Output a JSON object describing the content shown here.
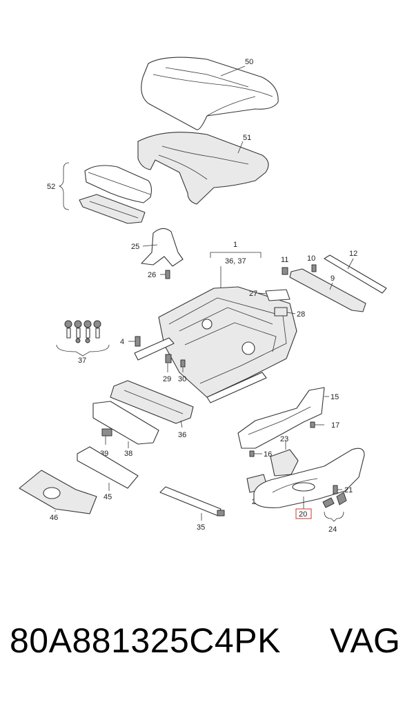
{
  "callouts": {
    "c1": "1",
    "c1_sub": "36, 37",
    "c4": "4",
    "c9": "9",
    "c10": "10",
    "c11": "11",
    "c12": "12",
    "c15": "15",
    "c16": "16",
    "c17": "17",
    "c20": "20",
    "c21": "21",
    "c22": "22",
    "c23": "23",
    "c24": "24",
    "c25": "25",
    "c26": "26",
    "c27": "27",
    "c28": "28",
    "c29": "29",
    "c30": "30",
    "c35": "35",
    "c36": "36",
    "c37": "37",
    "c38": "38",
    "c39": "39",
    "c45": "45",
    "c46": "46",
    "c50": "50",
    "c51": "51",
    "c52": "52"
  },
  "highlighted_callout": "20",
  "highlight_color": "#d9534f",
  "footer": {
    "part_number": "80A881325C4PK",
    "brand": "VAG"
  }
}
